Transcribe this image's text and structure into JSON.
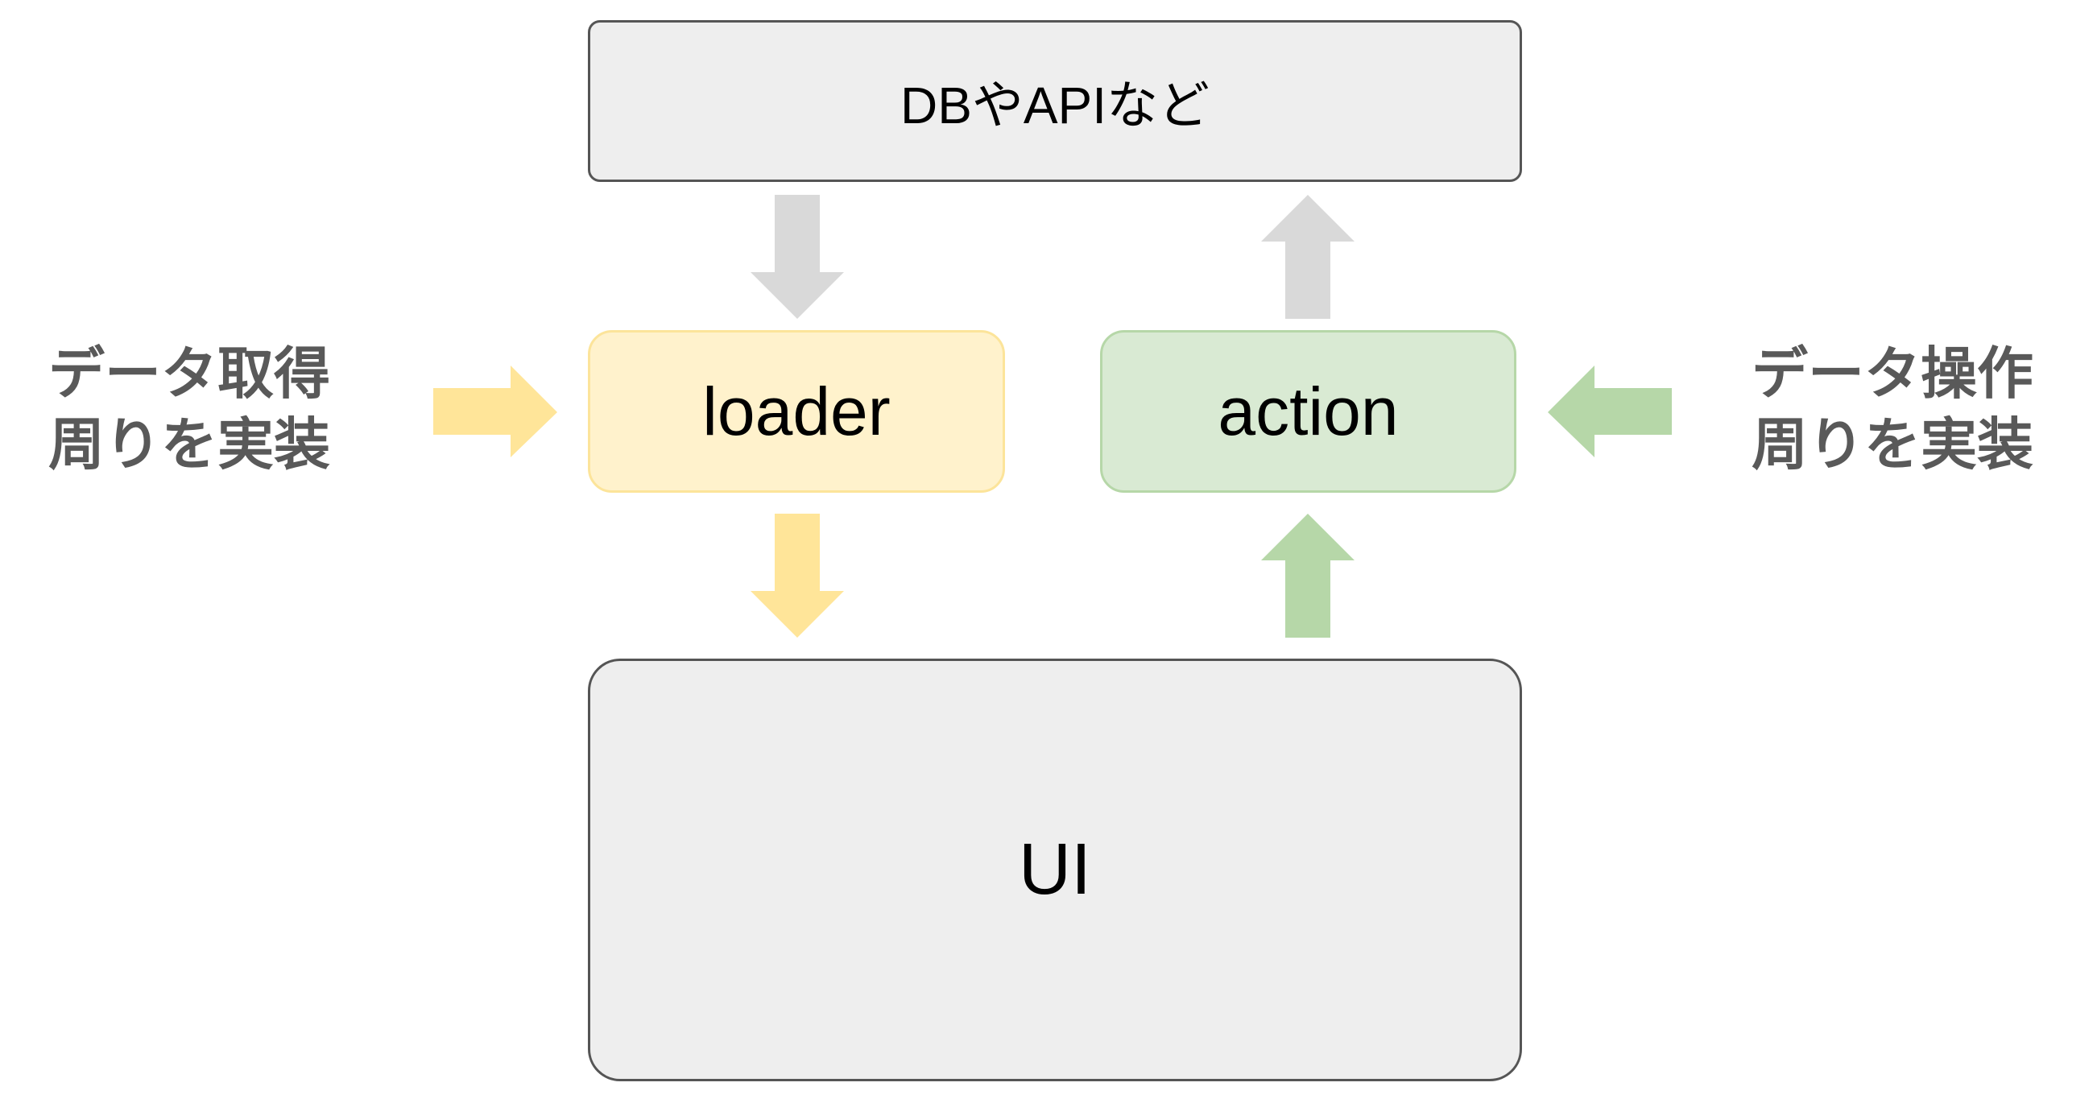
{
  "diagram": {
    "boxes": {
      "db": "DBやAPIなど",
      "loader": "loader",
      "action": "action",
      "ui": "UI"
    },
    "left_note": {
      "line1": "データ取得",
      "line2": "周りを実装"
    },
    "right_note": {
      "line1": "データ操作",
      "line2": "周りを実装"
    },
    "colors": {
      "gray_arrow": "#d9d9d9",
      "yellow_arrow": "#ffe599",
      "green_arrow": "#b6d7a8",
      "loader_fill": "#fff2cc",
      "action_fill": "#d9ead3",
      "box_fill": "#eeeeee",
      "note_text": "#595959"
    },
    "flows": [
      {
        "from": "db",
        "to": "loader"
      },
      {
        "from": "action",
        "to": "db"
      },
      {
        "from": "loader",
        "to": "ui"
      },
      {
        "from": "ui",
        "to": "action"
      },
      {
        "from": "left_note",
        "to": "loader"
      },
      {
        "from": "right_note",
        "to": "action"
      }
    ]
  }
}
